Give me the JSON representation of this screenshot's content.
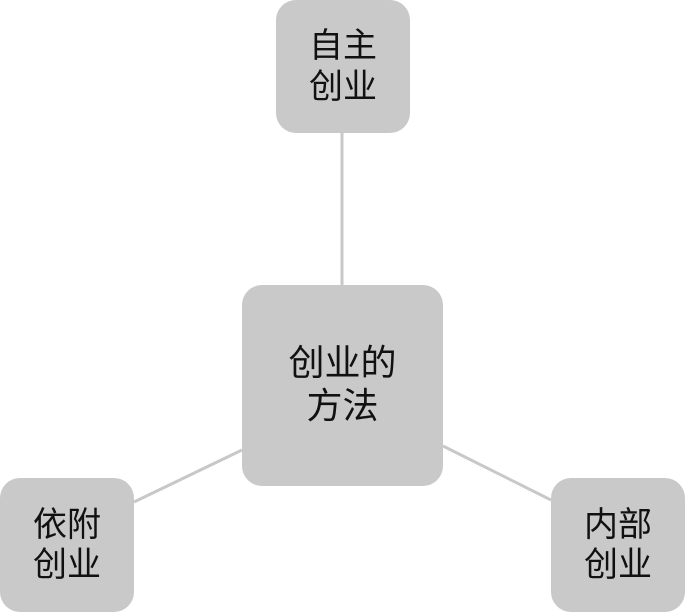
{
  "diagram": {
    "center": {
      "line1": "创业的",
      "line2": "方法"
    },
    "top": {
      "line1": "自主",
      "line2": "创业"
    },
    "left": {
      "line1": "依附",
      "line2": "创业"
    },
    "right": {
      "line1": "内部",
      "line2": "创业"
    }
  },
  "colors": {
    "node_fill": "#c9c9c9",
    "connector": "#c8c8c8",
    "text": "#111111",
    "background": "#ffffff"
  }
}
